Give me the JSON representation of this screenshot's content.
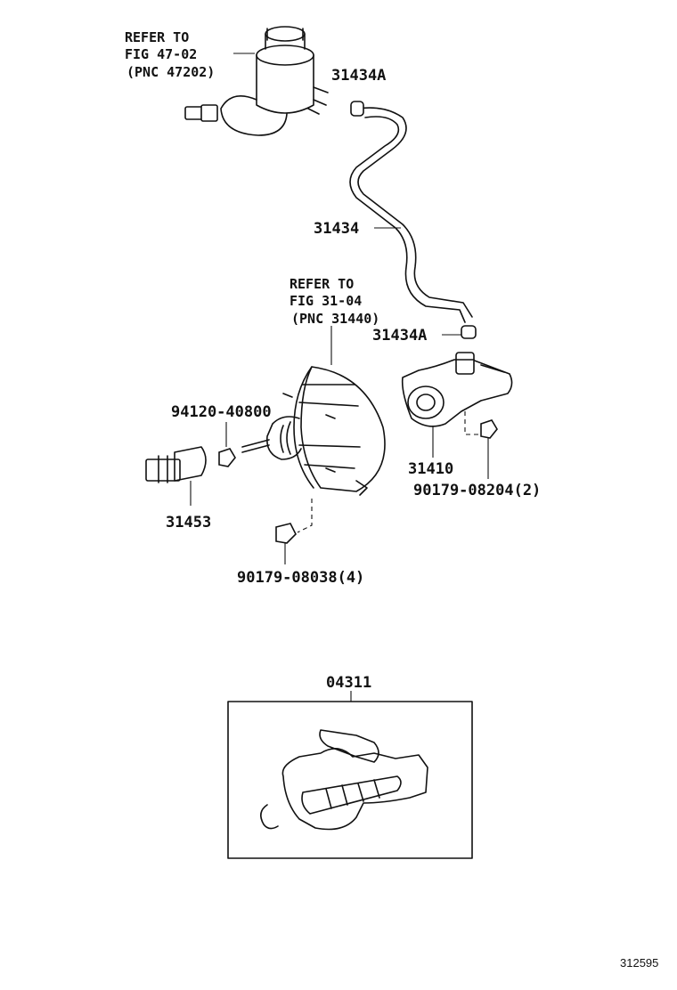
{
  "diagram": {
    "refs": {
      "reservoir": [
        "REFER TO",
        "FIG 47-02",
        "(PNC 47202)"
      ],
      "booster": [
        "REFER TO",
        "FIG 31-04",
        "(PNC 31440)"
      ]
    },
    "parts": {
      "clamp_top": "31434A",
      "hose": "31434",
      "clamp_bottom": "31434A",
      "master_cylinder": "31410",
      "nut_mc": "90179-08204(2)",
      "nut_small": "94120-40800",
      "switch": "31453",
      "nut_booster": "90179-08038(4)",
      "repair_kit": "04311"
    },
    "diagram_id": "312595"
  }
}
